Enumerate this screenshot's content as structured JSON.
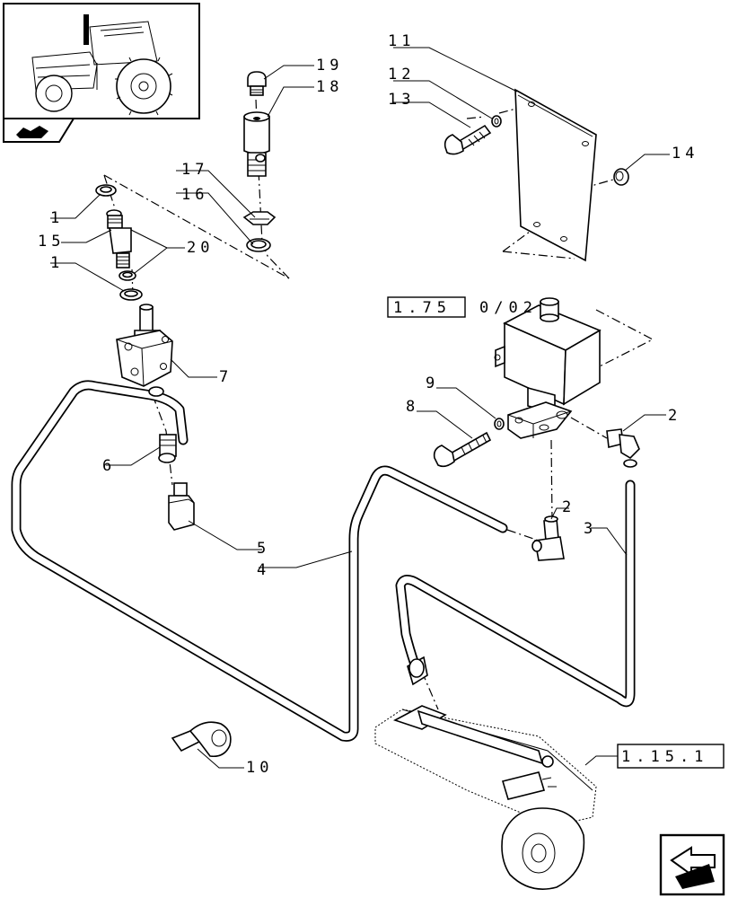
{
  "labels": {
    "p1a": "1",
    "p1b": "1",
    "p2a": "2",
    "p2b": "2",
    "p3": "3",
    "p4": "4",
    "p5": "5",
    "p6": "6",
    "p7": "7",
    "p8": "8",
    "p9": "9",
    "p10": "10",
    "p11": "11",
    "p12": "12",
    "p13": "13",
    "p14": "14",
    "p15": "15",
    "p16": "16",
    "p17": "17",
    "p18": "18",
    "p19": "19",
    "p20": "20"
  },
  "refs": {
    "valve_ref_box": "1.75",
    "valve_ref_suffix": "0/02",
    "hitch_ref_box": "1.15.1"
  },
  "icons": {
    "thumbnail": "tractor-thumbnail-icon",
    "section": "section-flag-icon",
    "nav": "next-page-arrow-icon"
  }
}
